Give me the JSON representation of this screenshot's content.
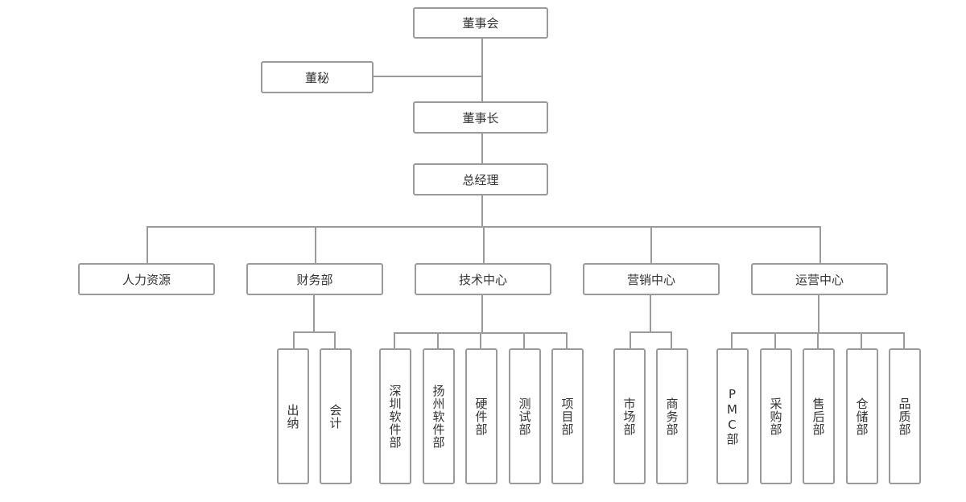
{
  "org": {
    "board": "董事会",
    "secretary": "董秘",
    "chairman": "董事长",
    "gm": "总经理",
    "departments": [
      {
        "name": "人力资源",
        "subs": []
      },
      {
        "name": "财务部",
        "subs": [
          "出纳",
          "会计"
        ]
      },
      {
        "name": "技术中心",
        "subs": [
          "深圳软件部",
          "扬州软件部",
          "硬件部",
          "测试部",
          "项目部"
        ]
      },
      {
        "name": "营销中心",
        "subs": [
          "市场部",
          "商务部"
        ]
      },
      {
        "name": "运营中心",
        "subs": [
          "PMC部",
          "采购部",
          "售后部",
          "仓储部",
          "品质部"
        ]
      }
    ]
  }
}
